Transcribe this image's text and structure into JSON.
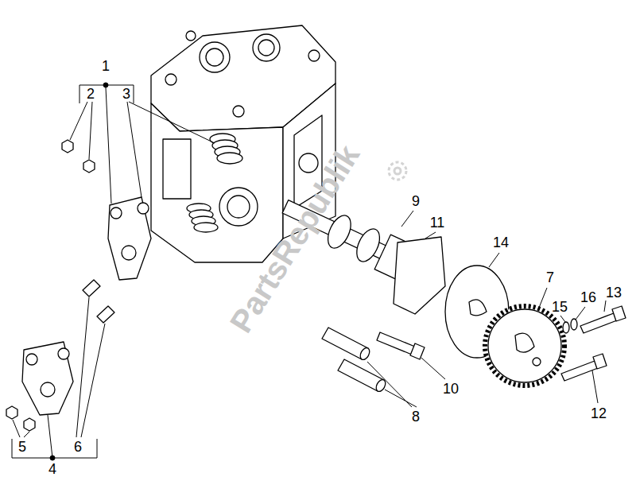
{
  "diagram": {
    "labels": [
      "1",
      "2",
      "3",
      "9",
      "11",
      "14",
      "7",
      "15",
      "16",
      "13",
      "10",
      "8",
      "12",
      "5",
      "6",
      "4",
      "PartsRepublik"
    ]
  }
}
